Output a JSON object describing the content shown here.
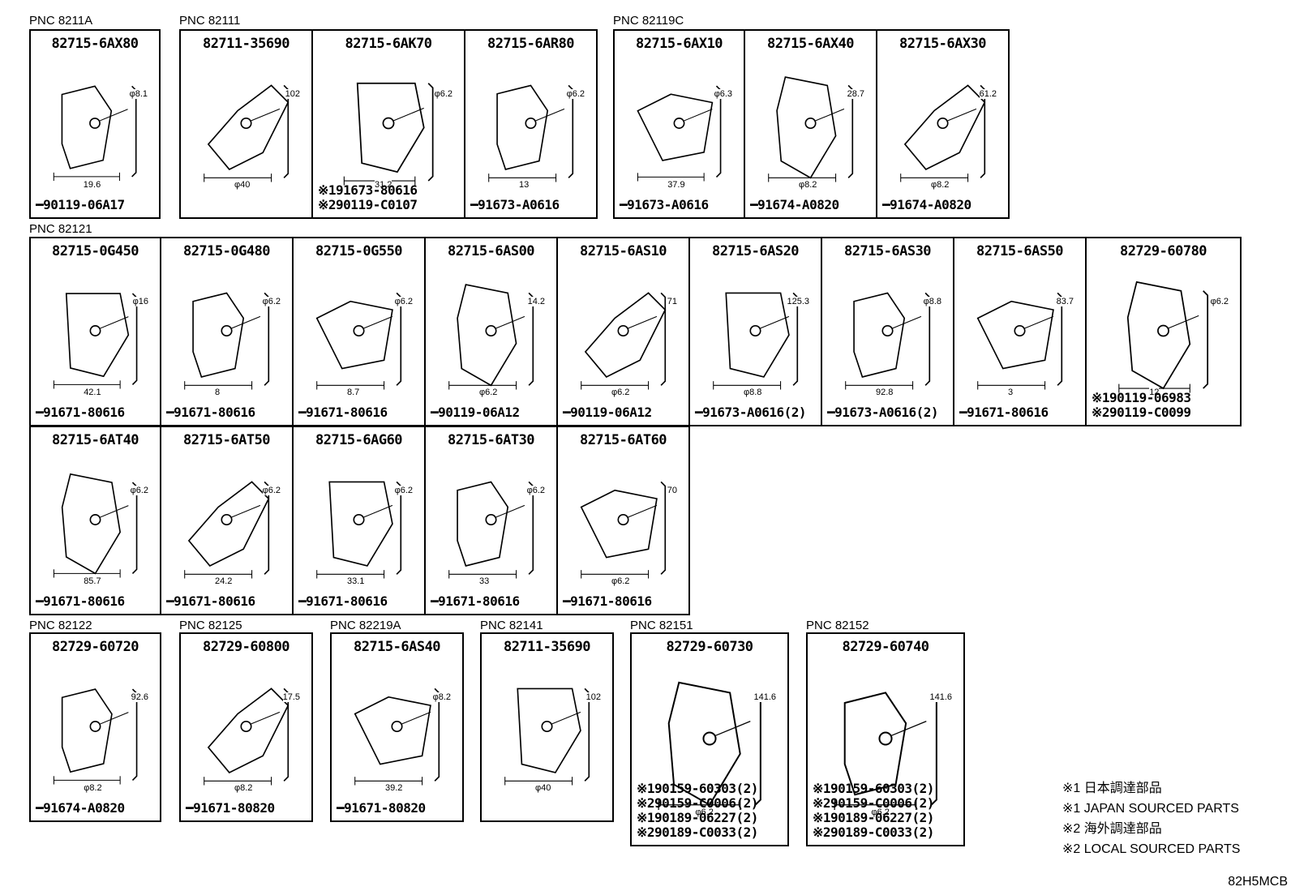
{
  "groups": [
    {
      "pnc": "PNC 8211A",
      "cells": [
        {
          "pn": "82715-6AX80",
          "bolts": [
            "━90119-06A17"
          ],
          "dims": [
            "φ8.1",
            "19.6"
          ]
        }
      ]
    },
    {
      "pnc": "PNC 82111",
      "cells": [
        {
          "pn": "82711-35690",
          "bolts": [],
          "dims": [
            "102",
            "φ40"
          ]
        },
        {
          "pn": "82715-6AK70",
          "bolts": [
            "※191673-80616",
            "※290119-C0107"
          ],
          "dims": [
            "φ6.2",
            "31.2"
          ]
        },
        {
          "pn": "82715-6AR80",
          "bolts": [
            "━91673-A0616"
          ],
          "dims": [
            "φ6.2",
            "13"
          ]
        }
      ]
    },
    {
      "pnc": "PNC 82119C",
      "cells": [
        {
          "pn": "82715-6AX10",
          "bolts": [
            "━91673-A0616"
          ],
          "dims": [
            "φ6.3",
            "37.9"
          ]
        },
        {
          "pn": "82715-6AX40",
          "bolts": [
            "━91674-A0820"
          ],
          "dims": [
            "28.7",
            "φ8.2"
          ]
        },
        {
          "pn": "82715-6AX30",
          "bolts": [
            "━91674-A0820"
          ],
          "dims": [
            "61.2",
            "φ8.2"
          ]
        }
      ]
    },
    {
      "pnc": "PNC 82121",
      "cells": [
        {
          "pn": "82715-0G450",
          "bolts": [
            "━91671-80616"
          ],
          "dims": [
            "φ16",
            "42.1"
          ]
        },
        {
          "pn": "82715-0G480",
          "bolts": [
            "━91671-80616"
          ],
          "dims": [
            "φ6.2",
            "8"
          ]
        },
        {
          "pn": "82715-0G550",
          "bolts": [
            "━91671-80616"
          ],
          "dims": [
            "φ6.2",
            "8.7"
          ]
        },
        {
          "pn": "82715-6AS00",
          "bolts": [
            "━90119-06A12"
          ],
          "dims": [
            "14.2",
            "φ6.2"
          ]
        },
        {
          "pn": "82715-6AS10",
          "bolts": [
            "━90119-06A12"
          ],
          "dims": [
            "71",
            "φ6.2"
          ]
        },
        {
          "pn": "82715-6AS20",
          "bolts": [
            "━91673-A0616(2)"
          ],
          "dims": [
            "125.3",
            "φ8.8"
          ]
        },
        {
          "pn": "82715-6AS30",
          "bolts": [
            "━91673-A0616(2)"
          ],
          "dims": [
            "φ8.8",
            "92.8"
          ]
        },
        {
          "pn": "82715-6AS50",
          "bolts": [
            "━91671-80616"
          ],
          "dims": [
            "83.7",
            "3"
          ]
        },
        {
          "pn": "82729-60780",
          "bolts": [
            "※190119-06983",
            "※290119-C0099"
          ],
          "dims": [
            "φ6.2",
            "12"
          ]
        }
      ]
    },
    {
      "pnc": "",
      "cells": [
        {
          "pn": "82715-6AT40",
          "bolts": [
            "━91671-80616"
          ],
          "dims": [
            "φ6.2",
            "85.7"
          ]
        },
        {
          "pn": "82715-6AT50",
          "bolts": [
            "━91671-80616"
          ],
          "dims": [
            "φ6.2",
            "24.2"
          ]
        },
        {
          "pn": "82715-6AG60",
          "bolts": [
            "━91671-80616"
          ],
          "dims": [
            "φ6.2",
            "33.1"
          ]
        },
        {
          "pn": "82715-6AT30",
          "bolts": [
            "━91671-80616"
          ],
          "dims": [
            "φ6.2",
            "33"
          ]
        },
        {
          "pn": "82715-6AT60",
          "bolts": [
            "━91671-80616"
          ],
          "dims": [
            "70",
            "φ6.2"
          ]
        }
      ]
    },
    {
      "pnc": "PNC 82122",
      "cells": [
        {
          "pn": "82729-60720",
          "bolts": [
            "━91674-A0820"
          ],
          "dims": [
            "92.6",
            "φ8.2"
          ]
        }
      ]
    },
    {
      "pnc": "PNC 82125",
      "cells": [
        {
          "pn": "82729-60800",
          "bolts": [
            "━91671-80820"
          ],
          "dims": [
            "17.5",
            "φ8.2"
          ]
        }
      ]
    },
    {
      "pnc": "PNC 82219A",
      "cells": [
        {
          "pn": "82715-6AS40",
          "bolts": [
            "━91671-80820"
          ],
          "dims": [
            "φ8.2",
            "39.2"
          ]
        }
      ]
    },
    {
      "pnc": "PNC 82141",
      "cells": [
        {
          "pn": "82711-35690",
          "bolts": [],
          "dims": [
            "102",
            "φ40"
          ]
        }
      ]
    },
    {
      "pnc": "PNC 82151",
      "cells": [
        {
          "pn": "82729-60730",
          "bolts": [
            "※190159-60303(2)",
            "※290159-C0006(2)",
            "※190189-06227(2)",
            "※290189-C0033(2)"
          ],
          "dims": [
            "141.6",
            "φ6.2"
          ]
        }
      ]
    },
    {
      "pnc": "PNC 82152",
      "cells": [
        {
          "pn": "82729-60740",
          "bolts": [
            "※190159-60303(2)",
            "※290159-C0006(2)",
            "※190189-06227(2)",
            "※290189-C0033(2)"
          ],
          "dims": [
            "141.6",
            "φ6.2"
          ]
        }
      ]
    }
  ],
  "legend": [
    "※1 日本調達部品",
    "※1 JAPAN SOURCED PARTS",
    "※2 海外調達部品",
    "※2 LOCAL SOURCED PARTS"
  ],
  "code": "82H5MCB"
}
